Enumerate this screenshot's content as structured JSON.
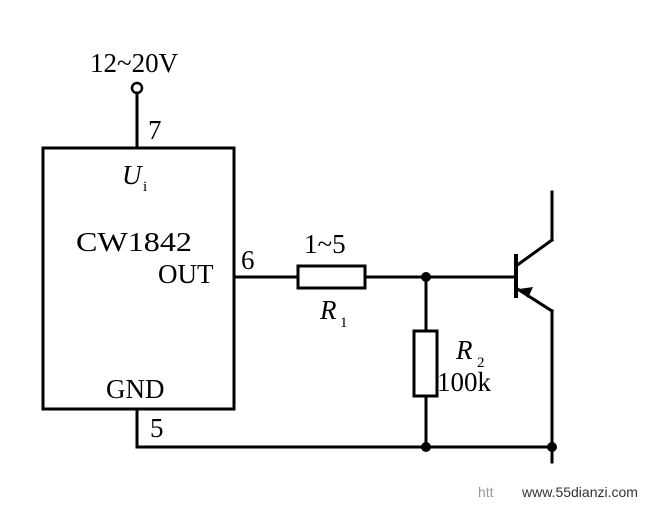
{
  "supply": {
    "voltage_label": "12~20V"
  },
  "ic": {
    "part_label": "CW1842",
    "input_symbol": "U",
    "input_subscript": "i",
    "out_label": "OUT",
    "gnd_label": "GND",
    "pins": {
      "input": "7",
      "output": "6",
      "ground": "5"
    }
  },
  "r1": {
    "value_label": "1~5",
    "symbol": "R",
    "subscript": "1"
  },
  "r2": {
    "symbol": "R",
    "subscript": "2",
    "value_label": "100k"
  },
  "watermark": {
    "prefix": "htt",
    "url": "www.55dianzi.com"
  }
}
